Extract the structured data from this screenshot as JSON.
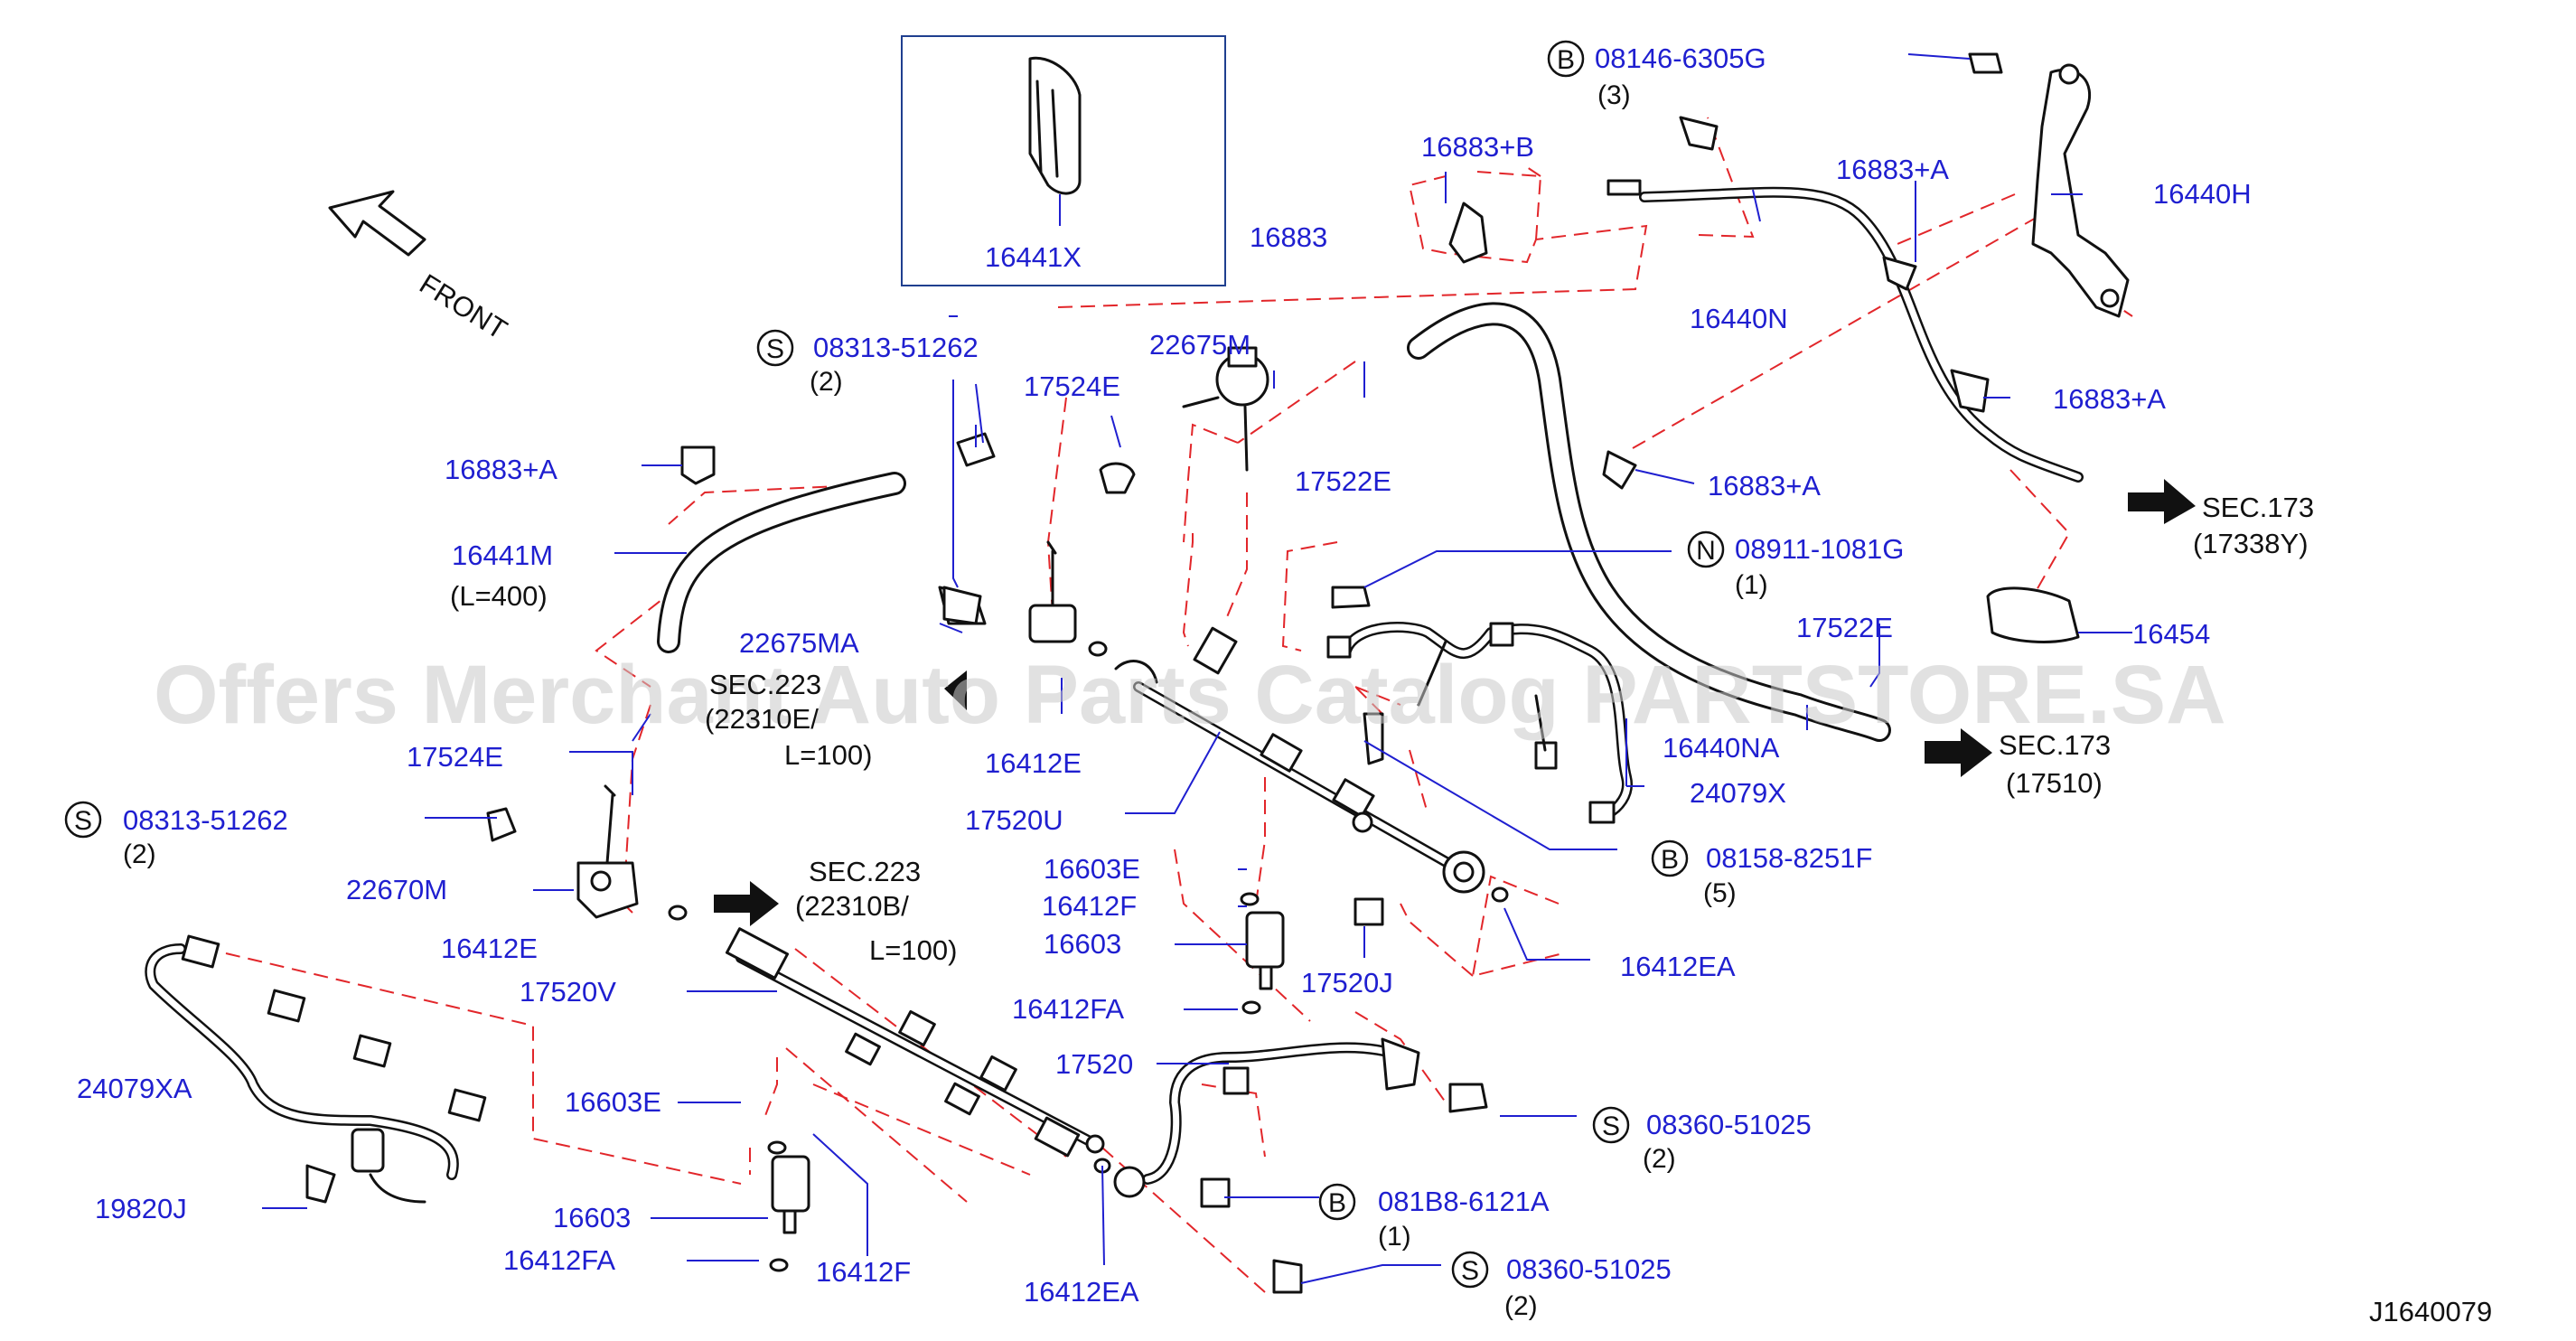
{
  "diagram": {
    "code": "J1640079",
    "front_label": "FRONT",
    "watermark": "Offers Merchant Auto Parts Catalog PARTSTORE.SA",
    "labels": {
      "p16441X": "16441X",
      "p08146": "08146-6305G",
      "q08146": "(3)",
      "p16883B": "16883+B",
      "p16883": "16883",
      "p16883A_1": "16883+A",
      "p16440H": "16440H",
      "p16440N": "16440N",
      "p16883A_2": "16883+A",
      "p08313_1": "08313-51262",
      "q08313_1": "(2)",
      "p22675M": "22675M",
      "p17524E_1": "17524E",
      "p17522E_1": "17522E",
      "p16883A_3": "16883+A",
      "p16883A_4": "16883+A",
      "p16441M": "16441M",
      "l16441M": "(L=400)",
      "p08911": "08911-1081G",
      "q08911": "(1)",
      "p22675MA": "22675MA",
      "sec223a_1": "SEC.223",
      "sec223a_2": "(22310E/",
      "sec223a_3": "L=100)",
      "p17522E_2": "17522E",
      "p16454": "16454",
      "sec173a_1": "SEC.173",
      "sec173a_2": "(17338Y)",
      "p16440NA": "16440NA",
      "sec173b_1": "SEC.173",
      "sec173b_2": "(17510)",
      "p17524E_2": "17524E",
      "p16412E_1": "16412E",
      "p24079X": "24079X",
      "p08313_2": "08313-51262",
      "q08313_2": "(2)",
      "p17520U": "17520U",
      "p08158": "08158-8251F",
      "q08158": "(5)",
      "p16603E_1": "16603E",
      "p16412F_1": "16412F",
      "p16603_1": "16603",
      "p22670M": "22670M",
      "sec223b_1": "SEC.223",
      "sec223b_2": "(22310B/",
      "sec223b_3": "L=100)",
      "p16412E_2": "16412E",
      "p17520J": "17520J",
      "p16412EA_1": "16412EA",
      "p17520V": "17520V",
      "p16412FA_1": "16412FA",
      "p17520": "17520",
      "p24079XA": "24079XA",
      "p16603E_2": "16603E",
      "p08360_1": "08360-51025",
      "q08360_1": "(2)",
      "p081B8": "081B8-6121A",
      "q081B8": "(1)",
      "p19820J": "19820J",
      "p16603_2": "16603",
      "p16412F_2": "16412F",
      "p16412FA_2": "16412FA",
      "p16412EA_2": "16412EA",
      "p08360_2": "08360-51025",
      "q08360_2": "(2)"
    },
    "prefix_letters": {
      "B1": "B",
      "S1": "S",
      "N1": "N",
      "S2": "S",
      "B2": "B",
      "S3": "S",
      "B3": "B",
      "S4": "S"
    }
  }
}
